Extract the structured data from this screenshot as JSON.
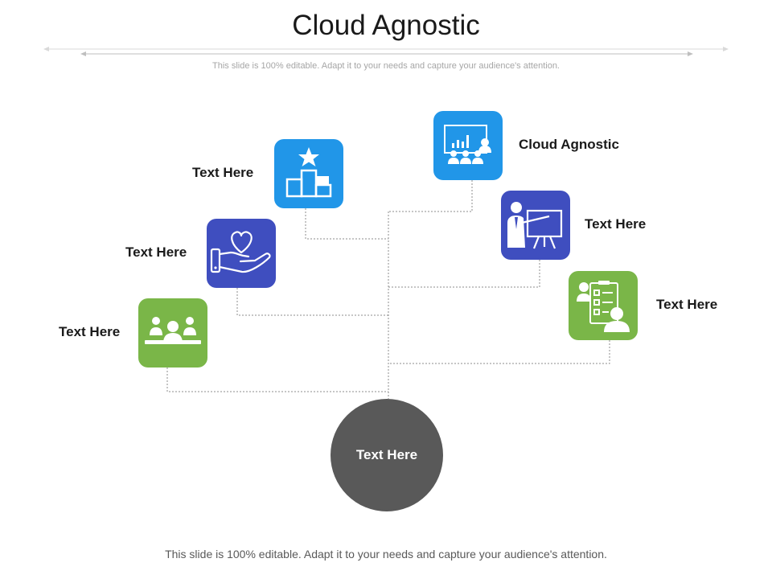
{
  "slide": {
    "title": "Cloud Agnostic",
    "subtitle": "This slide is 100% editable. Adapt it to your needs and capture your audience's attention.",
    "footer": "This slide is 100% editable. Adapt it to your needs and capture your audience's attention."
  },
  "colors": {
    "blue": "#2196e8",
    "indigo": "#3f4ebf",
    "green": "#7ab648",
    "hub": "#595959"
  },
  "hub": {
    "label": "Text Here"
  },
  "nodes": [
    {
      "label": "Text Here",
      "icon": "meeting-team-icon",
      "color": "green"
    },
    {
      "label": "Text Here",
      "icon": "heart-in-hand-icon",
      "color": "indigo"
    },
    {
      "label": "Text Here",
      "icon": "podium-star-icon",
      "color": "blue"
    },
    {
      "label": "Cloud Agnostic",
      "icon": "presentation-audience-icon",
      "color": "blue"
    },
    {
      "label": "Text Here",
      "icon": "presenter-easel-icon",
      "color": "indigo"
    },
    {
      "label": "Text Here",
      "icon": "checklist-user-icon",
      "color": "green"
    }
  ]
}
